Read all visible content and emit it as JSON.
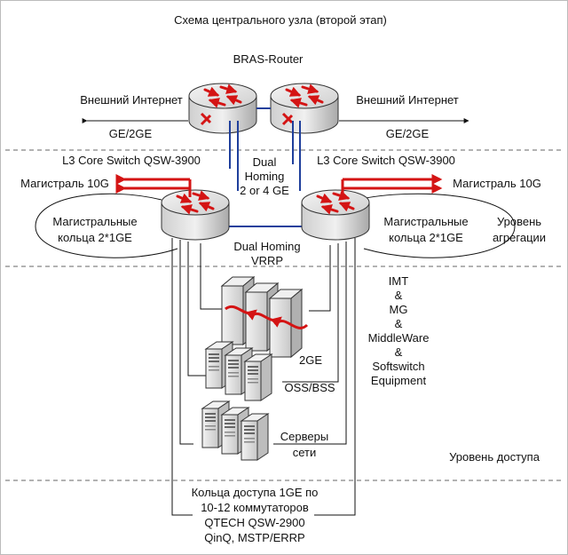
{
  "title": "Схема центрального узла (второй этап)",
  "router_label": "BRAS-Router",
  "internet_left": "Внешний Интернет",
  "internet_right": "Внешний Интернет",
  "ge_left": "GE/2GE",
  "ge_right": "GE/2GE",
  "core_left": "L3 Core Switch QSW-3900",
  "core_right": "L3 Core Switch QSW-3900",
  "dual_homing_top": [
    "Dual",
    "Homing",
    "2 or 4 GE"
  ],
  "trunk_left": "Магистраль 10G",
  "trunk_right": "Магистраль 10G",
  "rings_left": [
    "Магистральные",
    "кольца 2*1GE"
  ],
  "rings_right": [
    "Магистральные",
    "кольца 2*1GE"
  ],
  "aggregation_level": [
    "Уровень",
    "агрегации"
  ],
  "dual_homing_vrrp": [
    "Dual Homing",
    "VRRP"
  ],
  "cluster_link": "2GE",
  "services": [
    "IMT",
    "&",
    "MG",
    "&",
    "MiddleWare",
    "&",
    "Softswitch",
    "Equipment"
  ],
  "oss_bss": "OSS/BSS",
  "network_servers": [
    "Серверы",
    "сети"
  ],
  "access_level": "Уровень доступа",
  "access_rings": [
    "Кольца доступа 1GE по",
    "10-12 коммутаторов",
    "QTECH QSW-2900",
    "QinQ, MSTP/ERRP"
  ],
  "colors": {
    "arrow_red": "#d41414",
    "link_blue": "#1f3f9c",
    "device_body": "#e6e6e6",
    "device_dark": "#9a9a9a",
    "dash": "#666666"
  },
  "icons": {
    "router": "router-icon",
    "switch": "l3-switch-icon",
    "server_cluster": "server-cluster-icon",
    "server": "server-icon"
  }
}
